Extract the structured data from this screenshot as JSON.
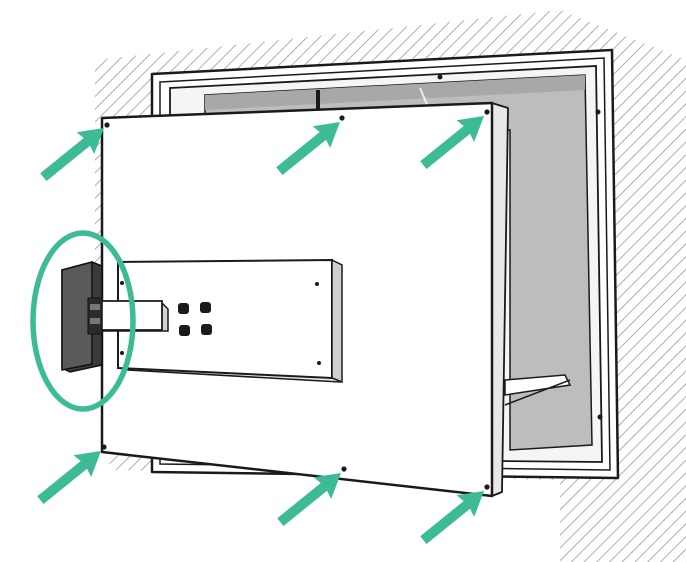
{
  "diagram": {
    "subject": "panel-mounting-into-wall-recess",
    "screw_points": {
      "count": 6,
      "positions": [
        "top-left",
        "top-center",
        "top-right",
        "bottom-left",
        "bottom-center",
        "bottom-right"
      ]
    },
    "highlight": {
      "shape": "ellipse",
      "target": "side-handle-connector-block"
    },
    "colors": {
      "accent": "#3dbb97",
      "line": "#1a1a1a",
      "panel_fill": "#ffffff",
      "recess_fill": "#bdbdbd",
      "wall_hatch": "#9a9a9a"
    }
  }
}
